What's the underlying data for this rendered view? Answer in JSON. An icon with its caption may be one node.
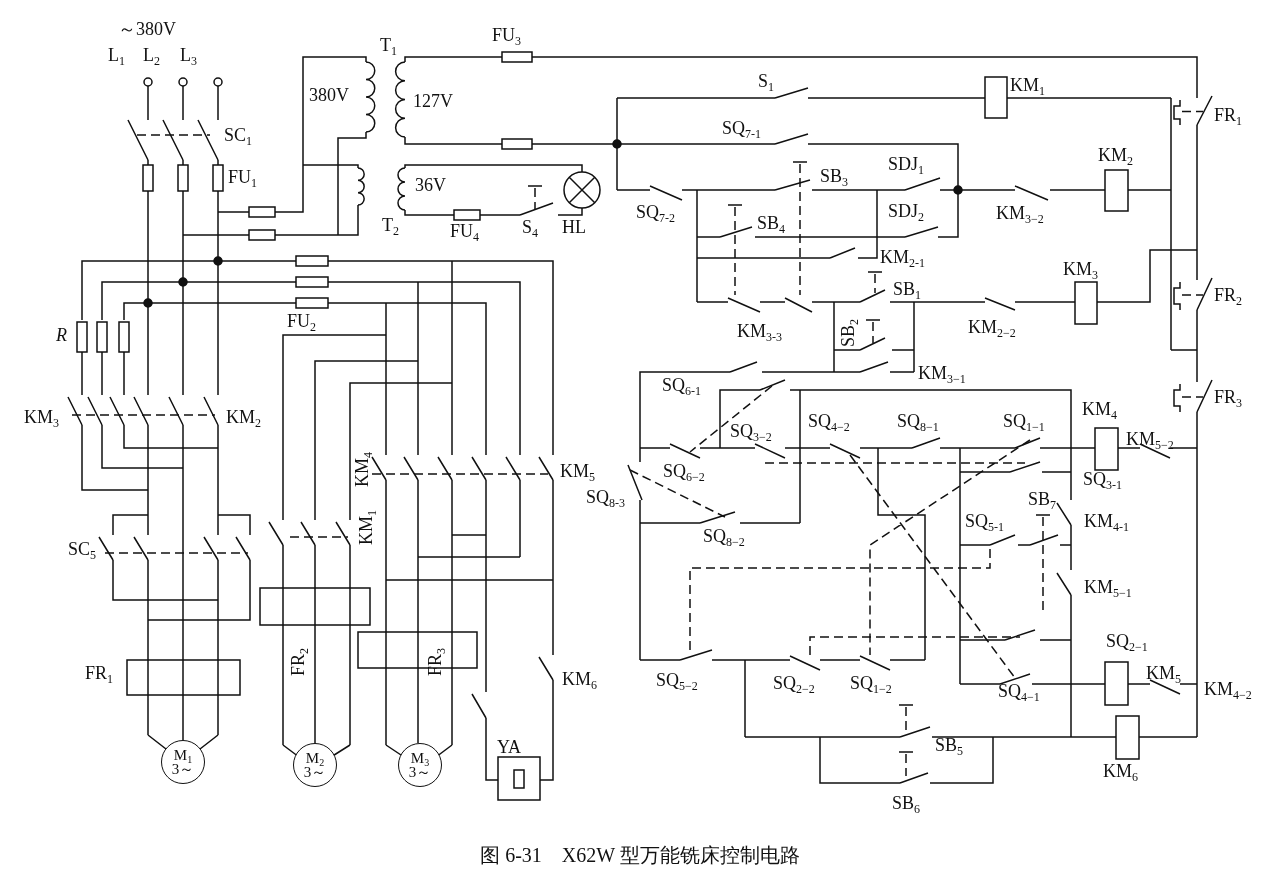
{
  "diagram": {
    "caption": "图 6-31　X62W 型万能铣床控制电路",
    "nodes": [
      {
        "text": [
          "M$_{1}$",
          "3～"
        ]
      },
      {
        "text": [
          "M$_{2}$",
          "3～"
        ]
      },
      {
        "text": [
          "M$_{3}$",
          "3～"
        ]
      }
    ],
    "labels": [
      "～380V",
      "L$_{1}$",
      "L$_{2}$",
      "L$_{3}$",
      "SC$_{1}$",
      "FU$_{1}$",
      "380V",
      "T$_{1}$",
      "127V",
      "FU$_{3}$",
      "36V",
      "T$_{2}$",
      "FU$_{4}$",
      "S$_{4}$",
      "HL",
      "R",
      "FU$_{2}$",
      "KM$_{3}$",
      "KM$_{2}$",
      "KM$_{4}$",
      "KM$_{5}$",
      "SC$_{5}$",
      "KM$_{1}$",
      "FR$_{1}$",
      "FR$_{2}$",
      "FR$_{3}$",
      "YA",
      "KM$_{6}$",
      "S$_{1}$",
      "KM$_{1}$",
      "FR$_{1}$",
      "SQ$_{7-1}$",
      "KM$_{2}$",
      "SB$_{3}$",
      "SDJ$_{1}$",
      "SQ$_{7-2}$",
      "SDJ$_{2}$",
      "KM$_{3−2}$",
      "SB$_{4}$",
      "KM$_{2-1}$",
      "KM$_{3}$",
      "SB$_{1}$",
      "FR$_{2}$",
      "KM$_{2−2}$",
      "SB$_{2}$",
      "KM$_{3-3}$",
      "KM$_{3−1}$",
      "SQ$_{6-1}$",
      "FR$_{3}$",
      "KM$_{4}$",
      "SQ$_{3−2}$",
      "SQ$_{4−2}$",
      "SQ$_{8−1}$",
      "SQ$_{1−1}$",
      "KM$_{5−2}$",
      "SQ$_{6−2}$",
      "SQ$_{3-1}$",
      "SQ$_{8-3}$",
      "SB$_{7}$",
      "SQ$_{8−2}$",
      "SQ$_{5-1}$",
      "KM$_{4-1}$",
      "KM$_{5−1}$",
      "SQ$_{2−1}$",
      "SQ$_{5−2}$",
      "SQ$_{2−2}$",
      "SQ$_{1−2}$",
      "SQ$_{4−1}$",
      "KM$_{5}$",
      "KM$_{4−2}$",
      "SB$_{5}$",
      "KM$_{6}$",
      "SB$_{6}$"
    ]
  }
}
